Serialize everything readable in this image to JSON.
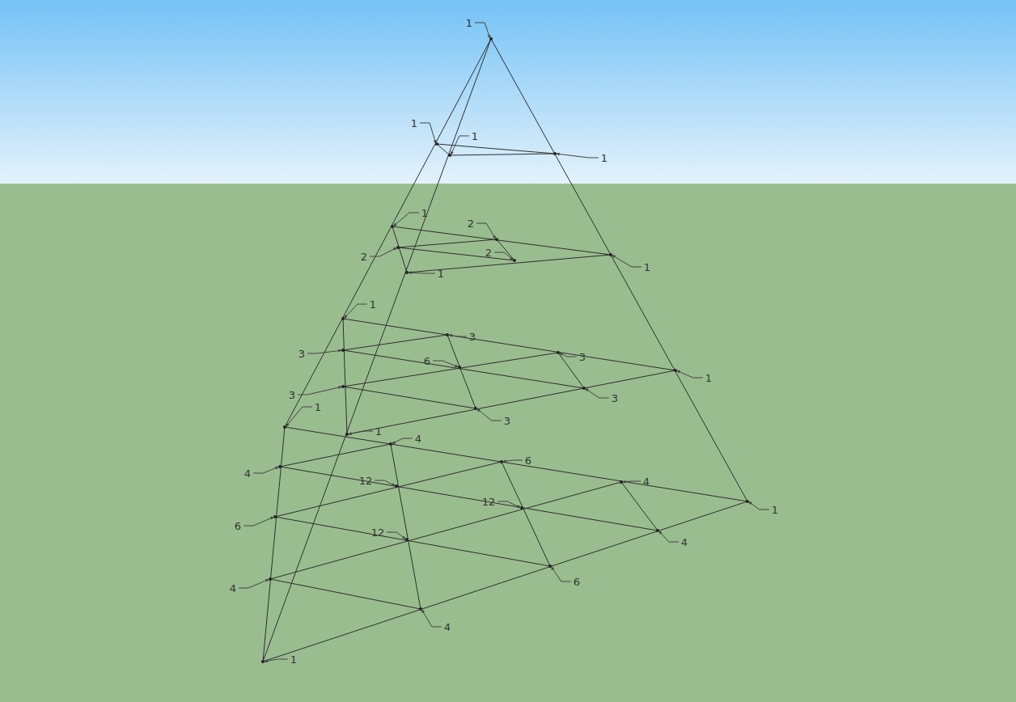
{
  "diagram": {
    "labels": [
      "1",
      "1",
      "1",
      "1",
      "1",
      "2",
      "2",
      "2",
      "1",
      "1",
      "1",
      "3",
      "3",
      "3",
      "6",
      "1",
      "3",
      "3",
      "1",
      "3",
      "1",
      "4",
      "6",
      "4",
      "12",
      "4",
      "12",
      "1",
      "6",
      "12",
      "4",
      "6",
      "4",
      "4",
      "1"
    ]
  }
}
